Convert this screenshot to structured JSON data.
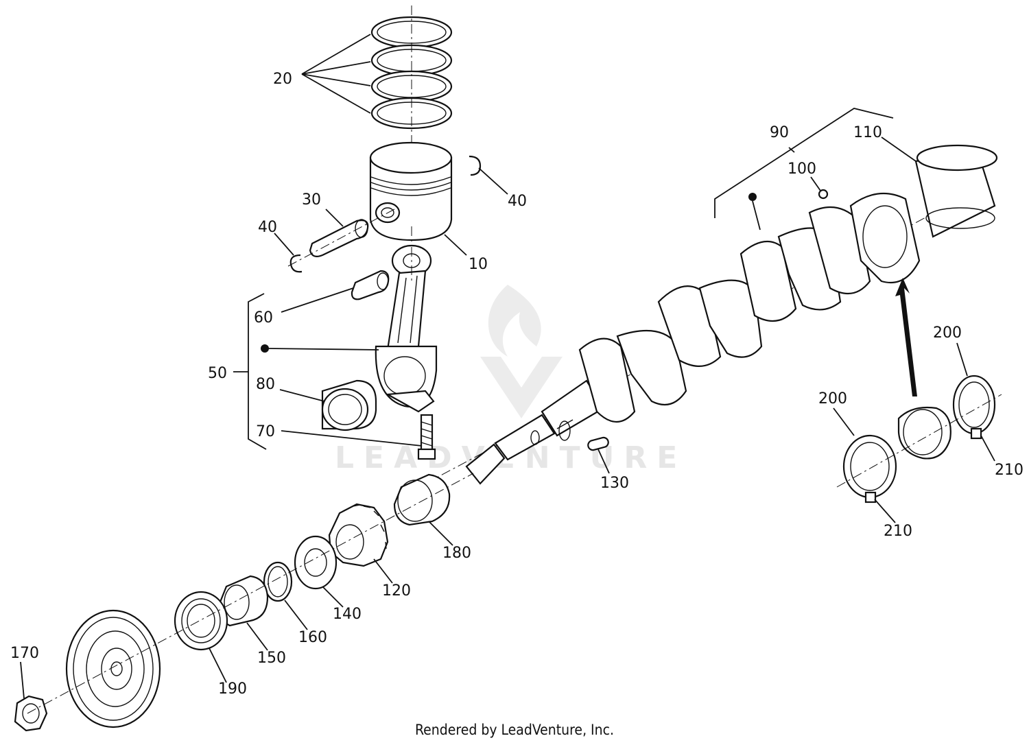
{
  "diagram": {
    "watermark": "LEADVENTURE",
    "callouts": {
      "c10": "10",
      "c20": "20",
      "c30": "30",
      "c40a": "40",
      "c40b": "40",
      "c50": "50",
      "c60": "60",
      "c70": "70",
      "c80": "80",
      "c90": "90",
      "c100": "100",
      "c110": "110",
      "c120": "120",
      "c130": "130",
      "c140": "140",
      "c150": "150",
      "c160": "160",
      "c170": "170",
      "c180": "180",
      "c190": "190",
      "c200a": "200",
      "c200b": "200",
      "c210a": "210",
      "c210b": "210"
    }
  },
  "footer": "Rendered by LeadVenture, Inc."
}
